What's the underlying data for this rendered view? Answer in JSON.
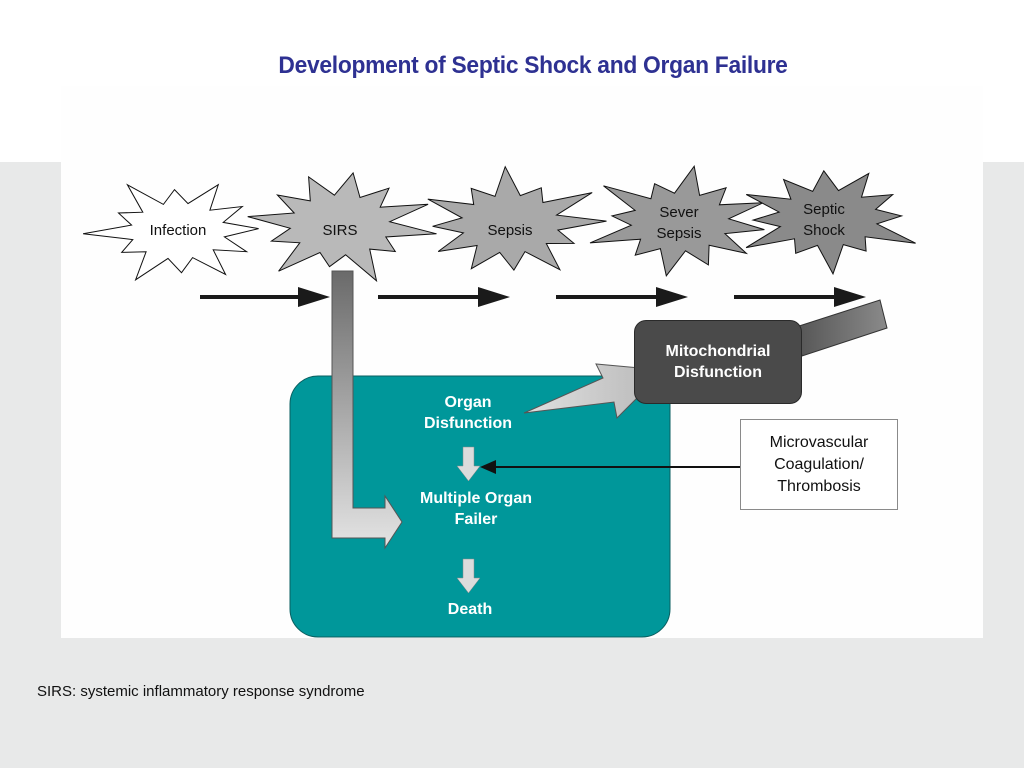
{
  "title": "Development of Septic Shock and Organ Failure",
  "stages": [
    {
      "label_line1": "Infection",
      "label_line2": "",
      "fill": "#ffffff"
    },
    {
      "label_line1": "SIRS",
      "label_line2": "",
      "fill": "#b9b9b9"
    },
    {
      "label_line1": "Sepsis",
      "label_line2": "",
      "fill": "#a9a9a9"
    },
    {
      "label_line1": "Sever",
      "label_line2": "Sepsis",
      "fill": "#999999"
    },
    {
      "label_line1": "Septic",
      "label_line2": "Shock",
      "fill": "#8a8a8a"
    }
  ],
  "organ_box": {
    "color": "#00979a",
    "steps": [
      {
        "line1": "Organ",
        "line2": "Disfunction"
      },
      {
        "line1": "Multiple Organ",
        "line2": "Failer"
      },
      {
        "line1": "Death",
        "line2": ""
      }
    ]
  },
  "mitochondrial": {
    "line1": "Mitochondrial",
    "line2": "Disfunction",
    "color": "#4a4a4a"
  },
  "microvascular": {
    "line1": "Microvascular",
    "line2": "Coagulation/",
    "line3": "Thrombosis"
  },
  "footnote": "SIRS: systemic inflammatory response syndrome",
  "colors": {
    "title": "#2e3192",
    "background": "#e8e9e9"
  }
}
